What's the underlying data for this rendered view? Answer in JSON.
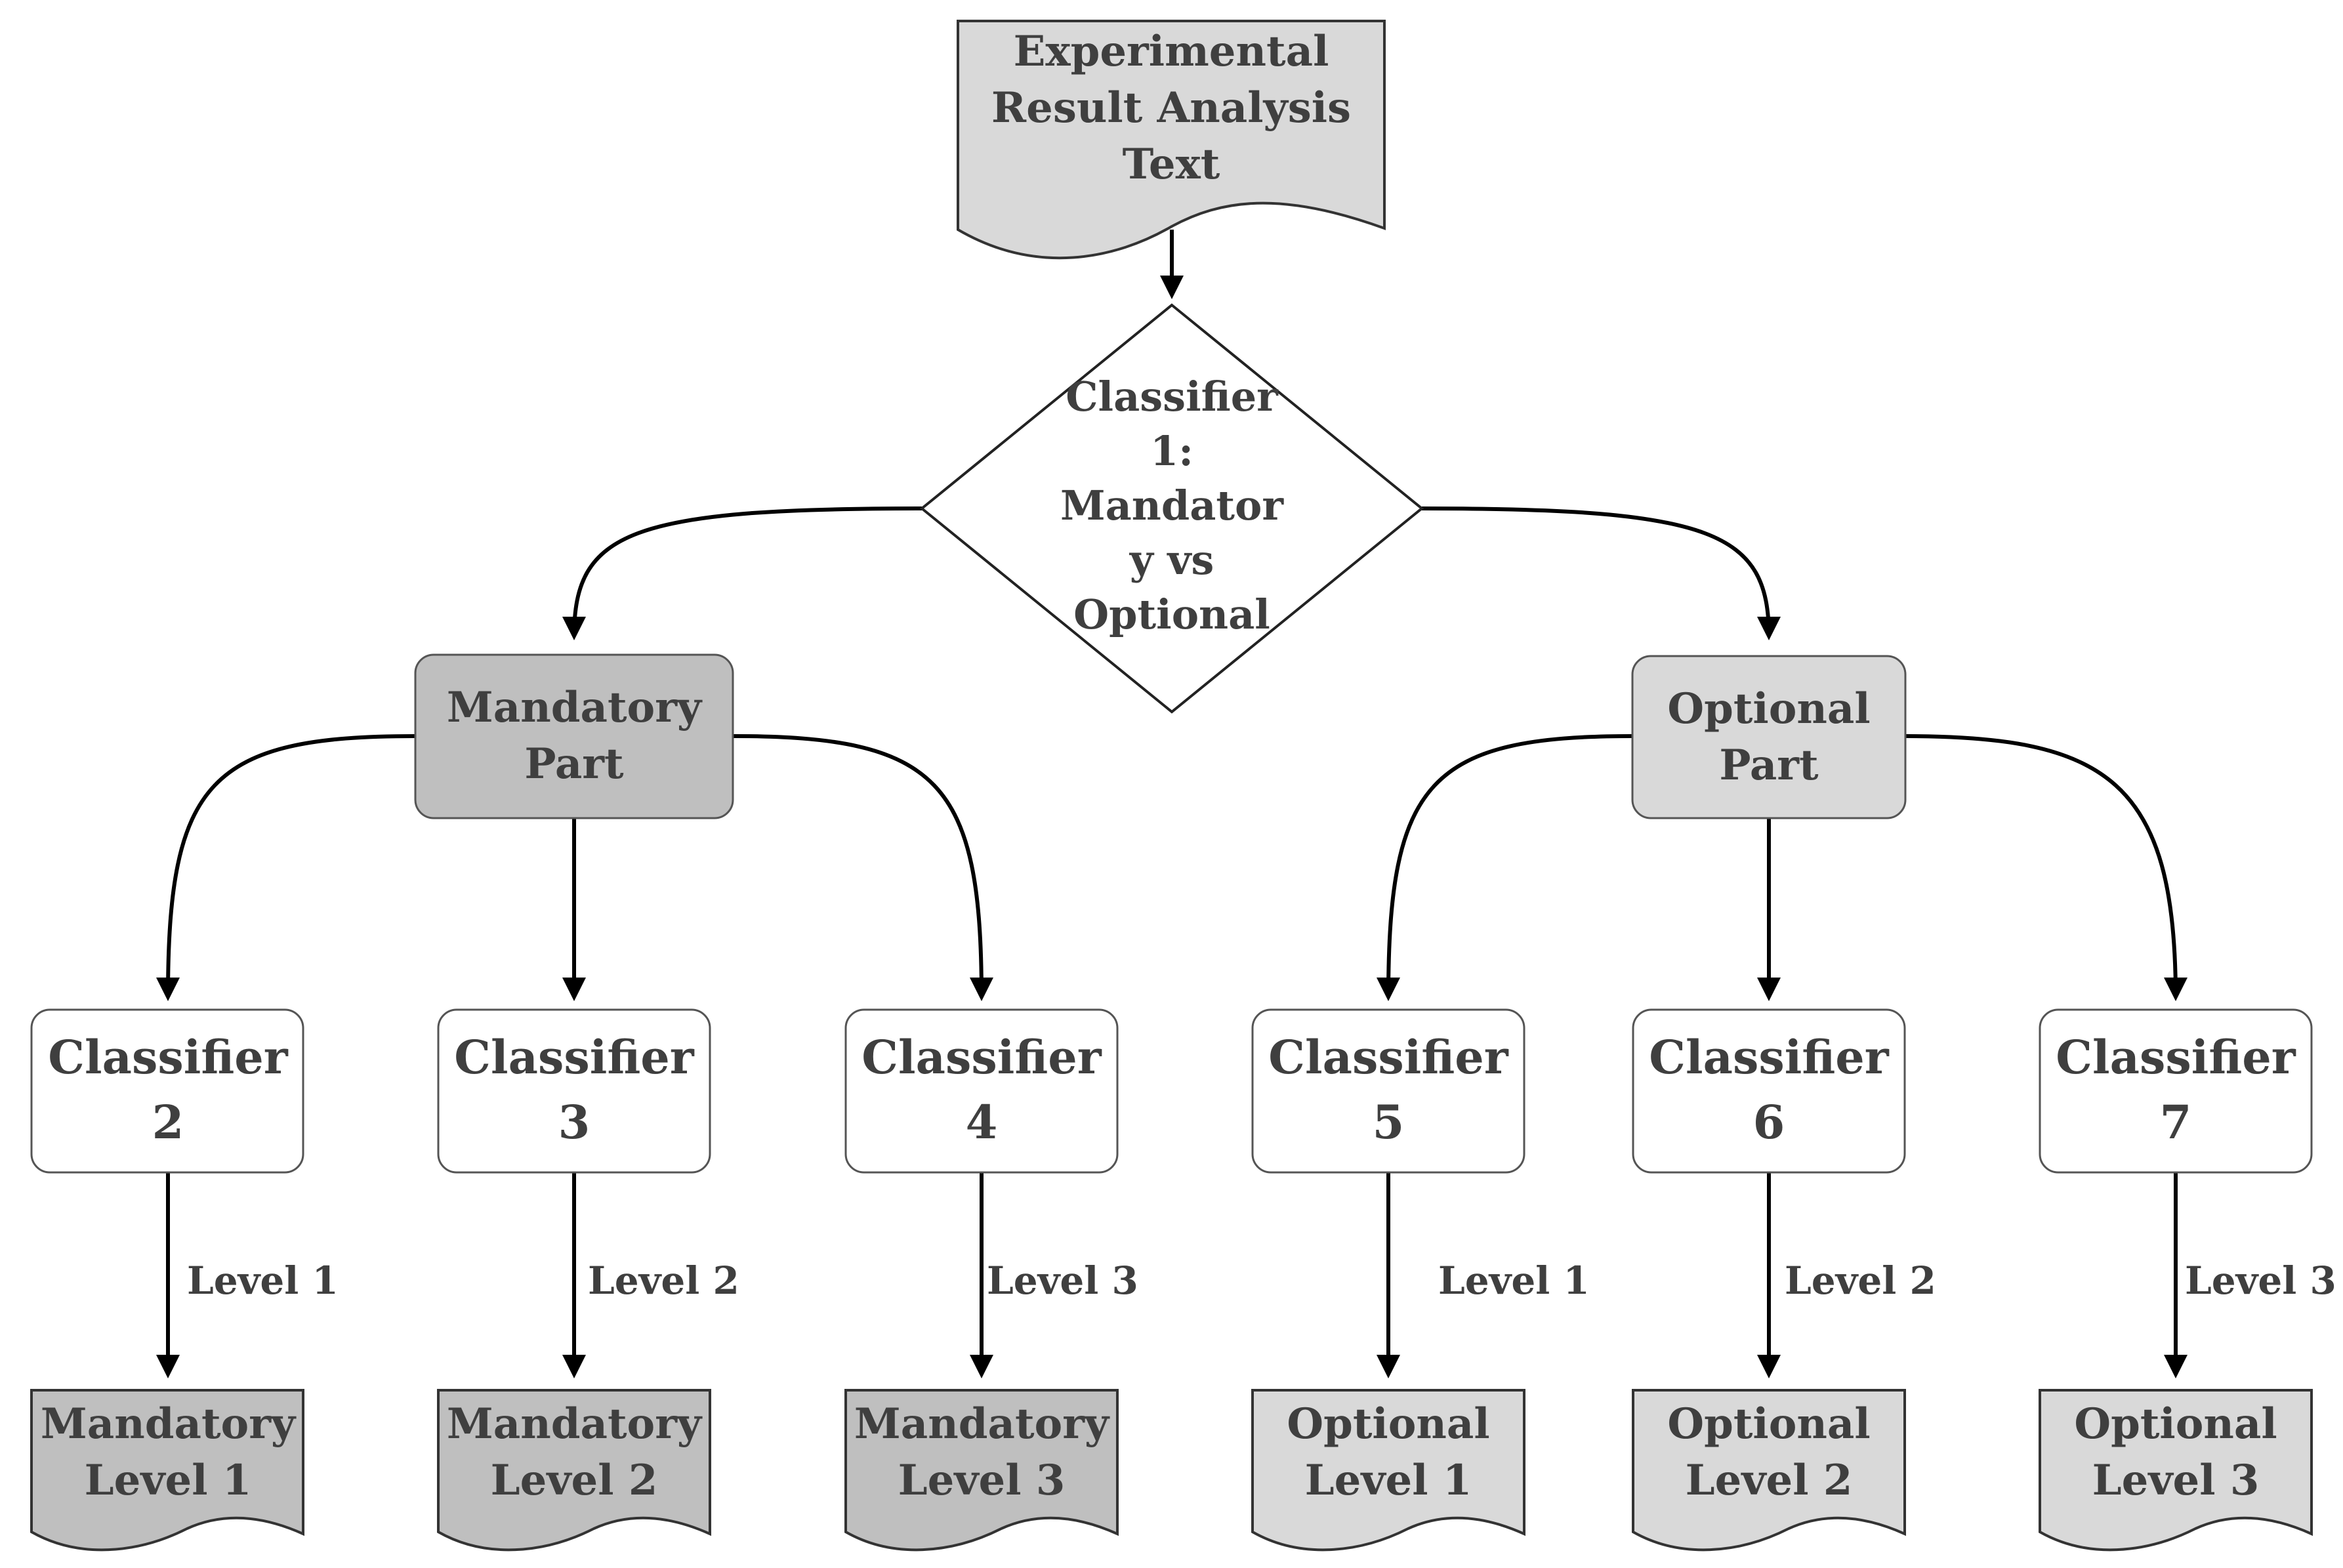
{
  "diagram": {
    "source_doc": {
      "lines": [
        "Experimental",
        "Result Analysis",
        "Text"
      ]
    },
    "classifier_1": {
      "lines": [
        "Classifier",
        "1:",
        "Mandator",
        "y vs",
        "Optional"
      ]
    },
    "mandatory_part": {
      "lines": [
        "Mandatory",
        "Part"
      ]
    },
    "optional_part": {
      "lines": [
        "Optional",
        "Part"
      ]
    },
    "classifiers": [
      {
        "lines": [
          "Classifier",
          "2"
        ],
        "edge_label": "Level 1",
        "output": [
          "Mandatory",
          "Level 1"
        ]
      },
      {
        "lines": [
          "Classifier",
          "3"
        ],
        "edge_label": "Level 2",
        "output": [
          "Mandatory",
          "Level 2"
        ]
      },
      {
        "lines": [
          "Classifier",
          "4"
        ],
        "edge_label": "Level 3",
        "output": [
          "Mandatory",
          "Level 3"
        ]
      },
      {
        "lines": [
          "Classifier",
          "5"
        ],
        "edge_label": "Level 1",
        "output": [
          "Optional",
          "Level 1"
        ]
      },
      {
        "lines": [
          "Classifier",
          "6"
        ],
        "edge_label": "Level 2",
        "output": [
          "Optional",
          "Level 2"
        ]
      },
      {
        "lines": [
          "Classifier",
          "7"
        ],
        "edge_label": "Level 3",
        "output": [
          "Optional",
          "Level 3"
        ]
      }
    ],
    "colors": {
      "mandatory_fill": "#bfbfbf",
      "optional_fill": "#d9d9d9",
      "classifier_fill": "#ffffff",
      "text": "#3f3f3f"
    }
  }
}
